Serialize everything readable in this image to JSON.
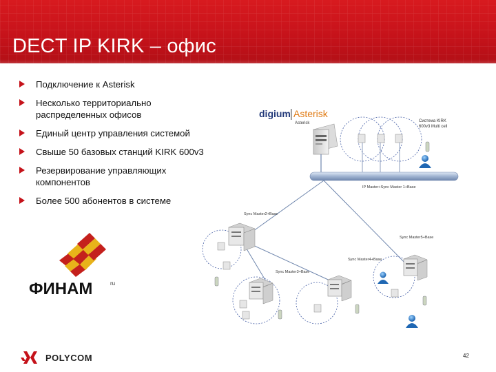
{
  "slide": {
    "title": "DECT IP KIRK – офис",
    "bullets": [
      "Подключение  к Asterisk",
      "Несколько территориально распределенных офисов",
      "Единый центр управления системой",
      "Свыше 50 базовых станций KIRK 600v3",
      "Резервирование управляющих компонентов",
      "Более 500  абонентов в системе"
    ],
    "page_number": "42"
  },
  "diagram": {
    "logo_digium": "digium",
    "logo_asterisk": "Asterisk",
    "server_label": "Asterisk",
    "kirk_label_line1": "Система KIRK",
    "kirk_label_line2": "600v3 Multi cell",
    "labels": {
      "master1": "IP Master+Sync Master 1+Base",
      "master2": "Sync Master2+Base",
      "master3": "Sync Master3+Base",
      "master4": "Sync Master4+Base",
      "master5": "Sync Master5+Base"
    }
  },
  "logos": {
    "finam_text": "ФИНАМ",
    "finam_suffix": "ru",
    "polycom_text": "POLYCOM"
  },
  "colors": {
    "header_red": "#c5121a",
    "bullet_arrow": "#c5121a",
    "network_bus": "#9fb3d1",
    "finam_red": "#c4201c",
    "finam_yellow": "#e8b31a"
  }
}
